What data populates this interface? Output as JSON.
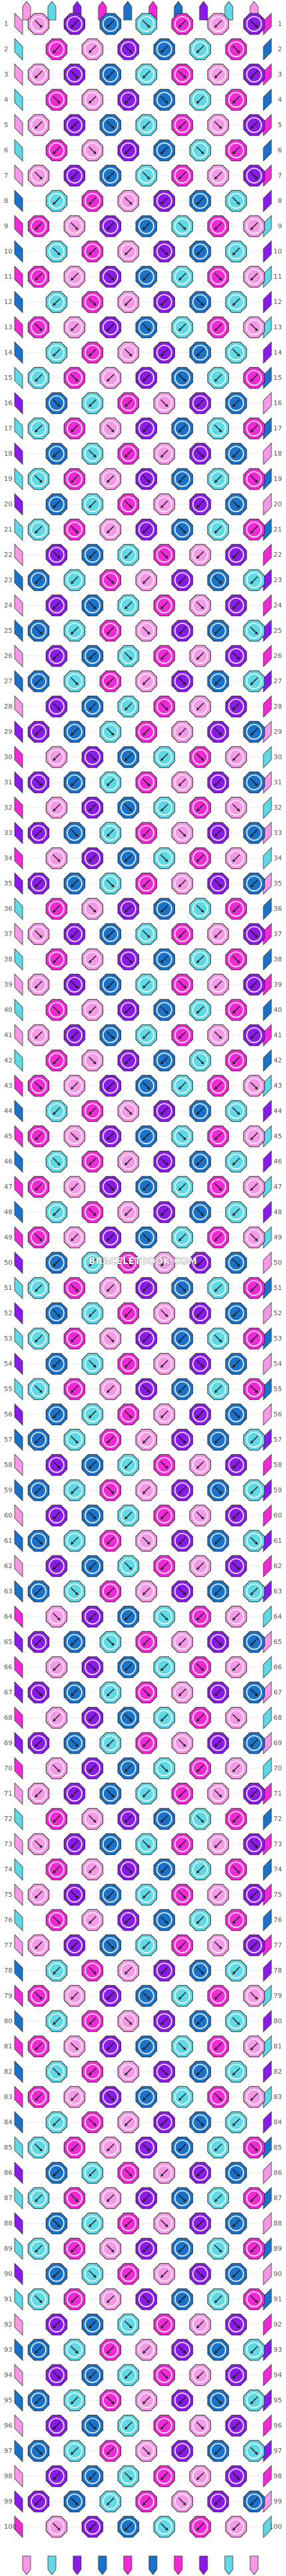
{
  "watermark": "BRACELETBOOK.COM",
  "colors": {
    "A": "#f799e6",
    "B": "#5fd9e6",
    "C": "#8a1be8",
    "D": "#f22ad6",
    "E": "#1a72c9",
    "background": "#ffffff",
    "grid": "#d6d6d6"
  },
  "pattern": {
    "strings": [
      "A",
      "B",
      "C",
      "D",
      "E",
      "D",
      "E",
      "C",
      "B",
      "A"
    ],
    "rows": 100,
    "row_labels": [
      "1",
      "2",
      "3",
      "4",
      "5",
      "6",
      "7",
      "8",
      "9",
      "10",
      "11",
      "12",
      "13",
      "14",
      "15",
      "16",
      "17",
      "18",
      "19",
      "20",
      "21",
      "22",
      "23",
      "24",
      "25",
      "26",
      "27",
      "28",
      "29",
      "30",
      "31",
      "32",
      "33",
      "34",
      "35",
      "36",
      "37",
      "38",
      "39",
      "40",
      "41",
      "42",
      "43",
      "44",
      "45",
      "46",
      "47",
      "48",
      "49",
      "50",
      "51",
      "52",
      "53",
      "54",
      "55",
      "56",
      "57",
      "58",
      "59",
      "60",
      "61",
      "62",
      "63",
      "64",
      "65",
      "66",
      "67",
      "68",
      "69",
      "70",
      "71",
      "72",
      "73",
      "74",
      "75",
      "76",
      "77",
      "78",
      "79",
      "80",
      "81",
      "82",
      "83",
      "84",
      "85",
      "86",
      "87",
      "88",
      "89",
      "90",
      "91",
      "92",
      "93",
      "94",
      "95",
      "96",
      "97",
      "98",
      "99",
      "100"
    ]
  }
}
